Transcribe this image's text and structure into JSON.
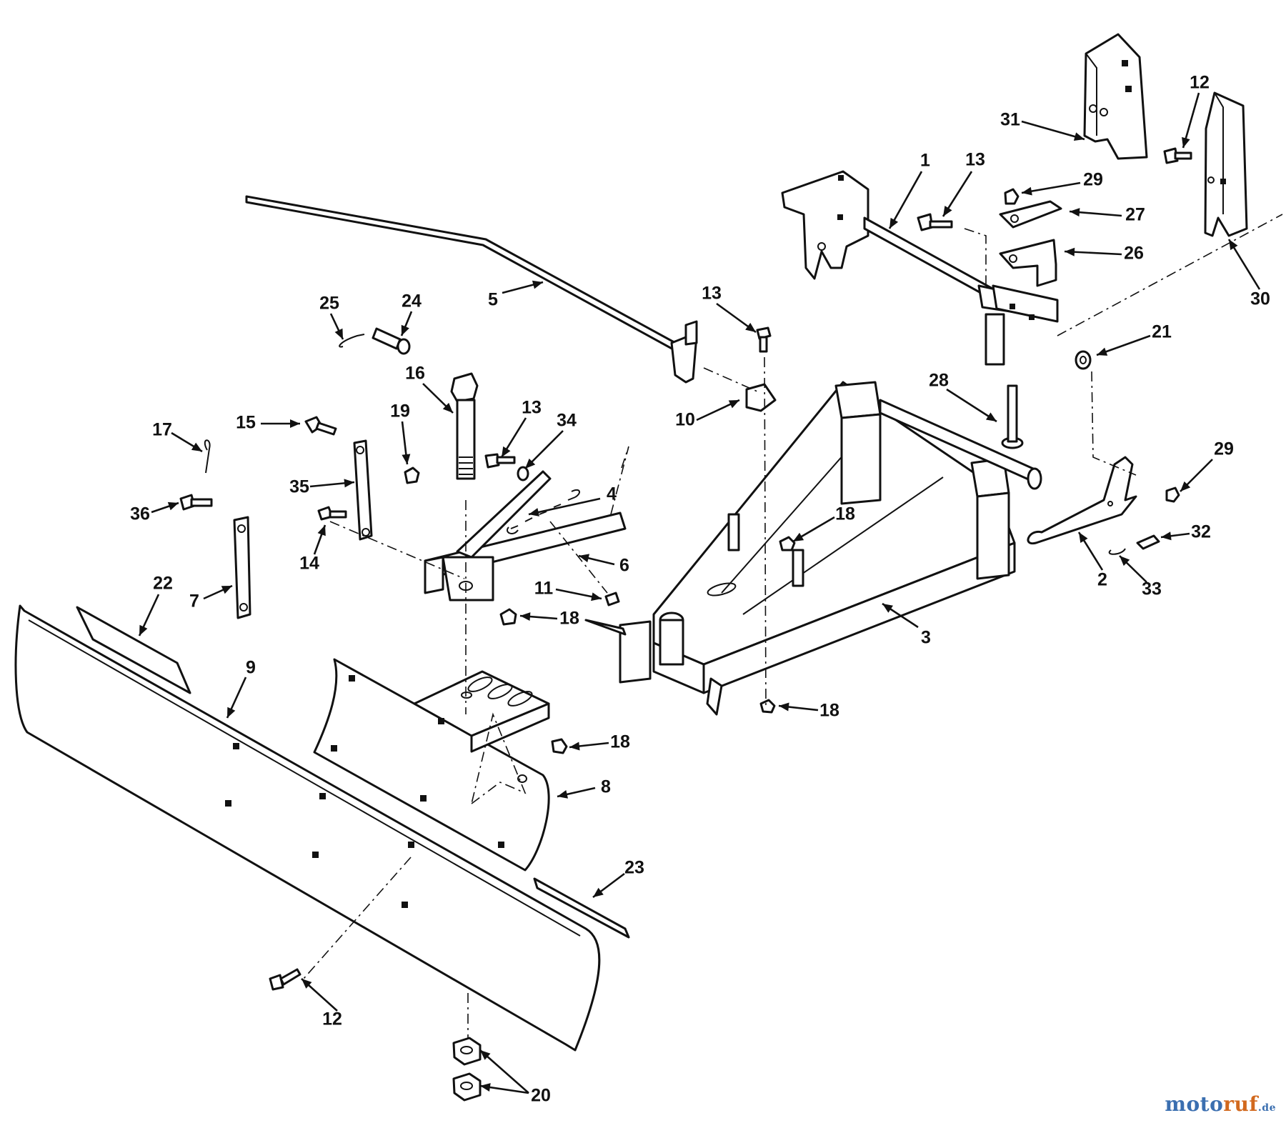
{
  "callouts": [
    {
      "id": "c1",
      "label": "1"
    },
    {
      "id": "c2",
      "label": "2"
    },
    {
      "id": "c3",
      "label": "3"
    },
    {
      "id": "c4",
      "label": "4"
    },
    {
      "id": "c5",
      "label": "5"
    },
    {
      "id": "c6",
      "label": "6"
    },
    {
      "id": "c7",
      "label": "7"
    },
    {
      "id": "c8",
      "label": "8"
    },
    {
      "id": "c9",
      "label": "9"
    },
    {
      "id": "c10",
      "label": "10"
    },
    {
      "id": "c11",
      "label": "11"
    },
    {
      "id": "c12a",
      "label": "12"
    },
    {
      "id": "c12b",
      "label": "12"
    },
    {
      "id": "c13a",
      "label": "13"
    },
    {
      "id": "c13b",
      "label": "13"
    },
    {
      "id": "c13c",
      "label": "13"
    },
    {
      "id": "c14",
      "label": "14"
    },
    {
      "id": "c15",
      "label": "15"
    },
    {
      "id": "c16",
      "label": "16"
    },
    {
      "id": "c17",
      "label": "17"
    },
    {
      "id": "c18a",
      "label": "18"
    },
    {
      "id": "c18b",
      "label": "18"
    },
    {
      "id": "c18c",
      "label": "18"
    },
    {
      "id": "c18d",
      "label": "18"
    },
    {
      "id": "c19",
      "label": "19"
    },
    {
      "id": "c20",
      "label": "20"
    },
    {
      "id": "c21",
      "label": "21"
    },
    {
      "id": "c22",
      "label": "22"
    },
    {
      "id": "c23",
      "label": "23"
    },
    {
      "id": "c24",
      "label": "24"
    },
    {
      "id": "c25",
      "label": "25"
    },
    {
      "id": "c26",
      "label": "26"
    },
    {
      "id": "c27",
      "label": "27"
    },
    {
      "id": "c28",
      "label": "28"
    },
    {
      "id": "c29a",
      "label": "29"
    },
    {
      "id": "c29b",
      "label": "29"
    },
    {
      "id": "c30",
      "label": "30"
    },
    {
      "id": "c31",
      "label": "31"
    },
    {
      "id": "c32",
      "label": "32"
    },
    {
      "id": "c33",
      "label": "33"
    },
    {
      "id": "c34",
      "label": "34"
    },
    {
      "id": "c35",
      "label": "35"
    },
    {
      "id": "c36",
      "label": "36"
    }
  ],
  "watermark": {
    "part1": "moto",
    "part2": "ruf",
    "part3": ".de"
  }
}
